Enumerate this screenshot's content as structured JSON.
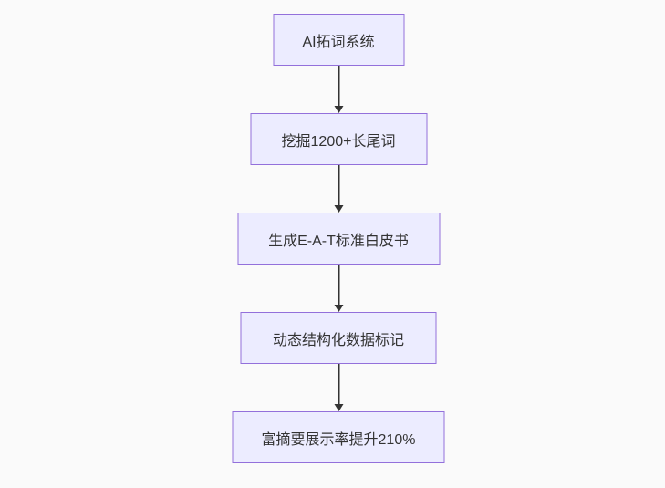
{
  "flowchart": {
    "direction": "top-down",
    "nodes": [
      {
        "id": "step-1",
        "label": "AI拓词系统"
      },
      {
        "id": "step-2",
        "label": "挖掘1200+长尾词"
      },
      {
        "id": "step-3",
        "label": "生成E-A-T标准白皮书"
      },
      {
        "id": "step-4",
        "label": "动态结构化数据标记"
      },
      {
        "id": "step-5",
        "label": "富摘要展示率提升210%"
      }
    ],
    "edges": [
      {
        "from": "step-1",
        "to": "step-2"
      },
      {
        "from": "step-2",
        "to": "step-3"
      },
      {
        "from": "step-3",
        "to": "step-4"
      },
      {
        "from": "step-4",
        "to": "step-5"
      }
    ],
    "colors": {
      "node_fill": "#ECECFF",
      "node_border": "#9370DB",
      "text": "#333333",
      "arrow": "#333333",
      "background": "#fafafa"
    }
  }
}
